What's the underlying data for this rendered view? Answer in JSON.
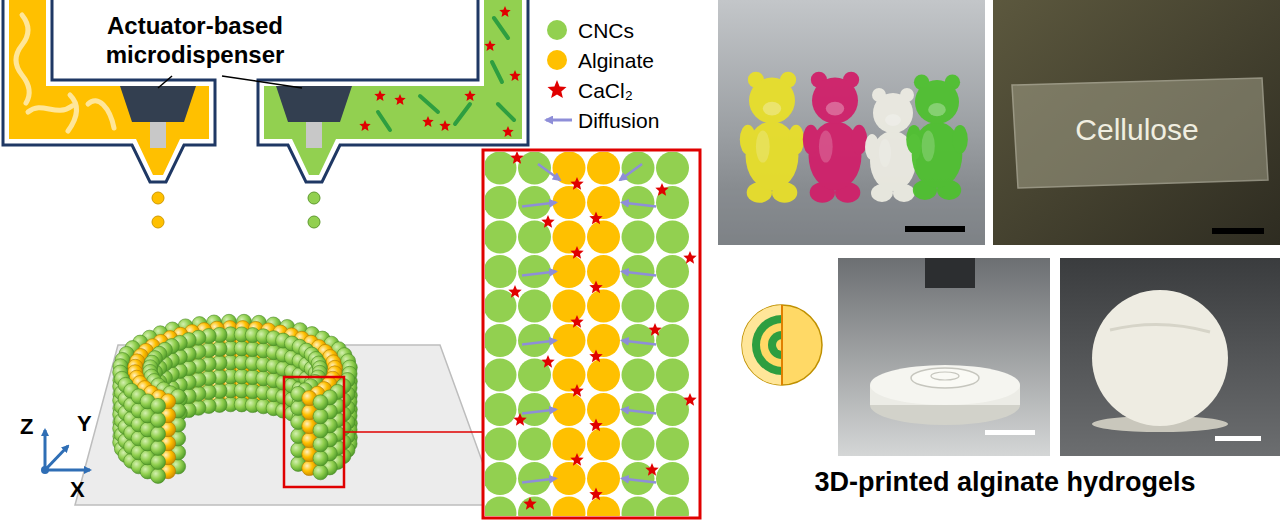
{
  "diagram": {
    "caption": "3D-printed alginate hydrogels",
    "labels": [
      "Actuator-based microdispenser",
      "Z",
      "Y",
      "X",
      "Cellulose"
    ],
    "legend": [
      {
        "text": "CNCs",
        "color": "#92d050"
      },
      {
        "text": "Alginate",
        "color": "#ffc000"
      },
      {
        "text": "CaCl₂"
      },
      {
        "text": "Diffusion"
      }
    ]
  }
}
